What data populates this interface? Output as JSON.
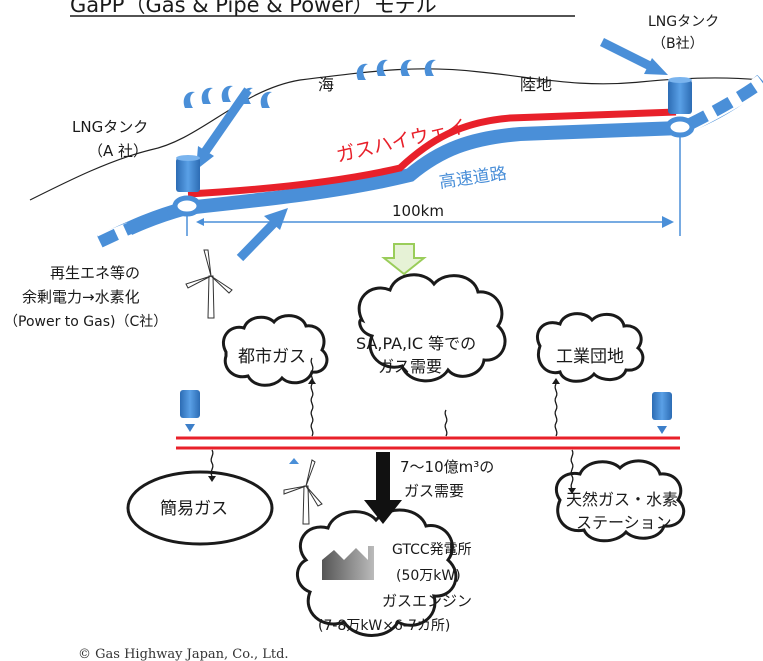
{
  "title": "GaPP（Gas & Pipe & Power）モデル",
  "top": {
    "lng_tank_b": [
      "LNGタンク",
      "（B社）"
    ],
    "lng_tank_a": [
      "LNGタンク",
      "（A 社）"
    ],
    "sea": "海",
    "land": "陸地",
    "gas_highway": "ガスハイウェイ",
    "expressway": "高速道路",
    "distance": "100km",
    "renewables": [
      "再生エネ等の",
      "余剰電力→水素化",
      "（Power to Gas)（C社）"
    ]
  },
  "bottom": {
    "city_gas": "都市ガス",
    "sa_demand": [
      "SA,PA,IC 等での",
      "ガス需要"
    ],
    "industrial_park": "工業団地",
    "simple_gas": "簡易ガス",
    "gas_demand": [
      "7～10億m³の",
      "ガス需要"
    ],
    "stations": [
      "天然ガス・水素",
      "ステーション"
    ],
    "gtcc": [
      "GTCC発電所",
      "(50万kW)",
      "ガスエンジン",
      "(7-8万kW×6-7カ所)"
    ]
  },
  "copyright": "© Gas Highway Japan, Co., Ltd.",
  "colors": {
    "pipe_blue": "#4a8fd8",
    "gas_red": "#e8202a",
    "tank_blue": "#3d7fc9",
    "down_arrow_green": "#9acd5a"
  }
}
